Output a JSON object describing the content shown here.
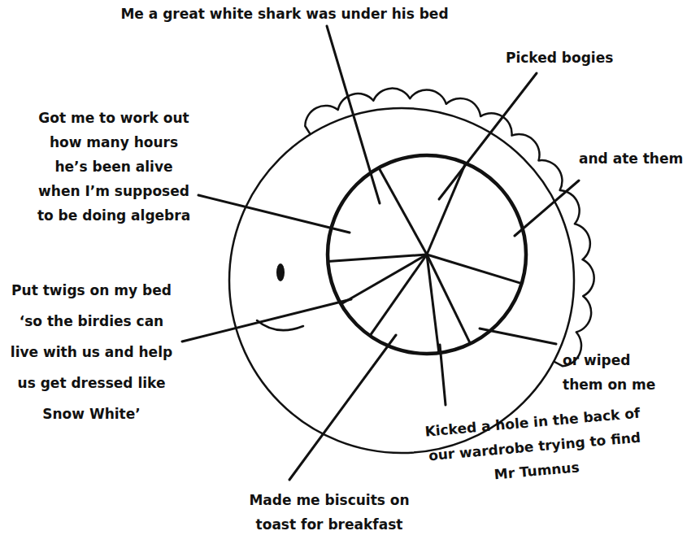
{
  "diagram": {
    "labels": [
      "Me a great white shark was under his bed",
      "Picked bogies",
      "Got me to work out how many hours he’s been alive when I’m supposed to be doing algebra",
      "and ate them",
      "Put twigs on my bed ‘so the birdies can live with us and help us get dressed like Snow White’",
      "or wiped them on me",
      "Made me biscuits on toast for breakfast",
      "Kicked a hole in the back of our wardrobe trying to find Mr Tumnus"
    ]
  }
}
